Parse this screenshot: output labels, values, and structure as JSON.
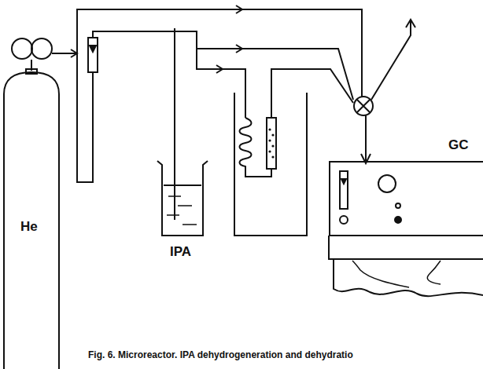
{
  "diagram": {
    "caption": "Fig. 6. Microreactor. IPA dehydrogeneration and dehydratio",
    "nodes": [
      {
        "text": [
          "He"
        ]
      },
      {
        "text": [
          "GC"
        ]
      }
    ],
    "labels": [
      "IPA"
    ]
  }
}
